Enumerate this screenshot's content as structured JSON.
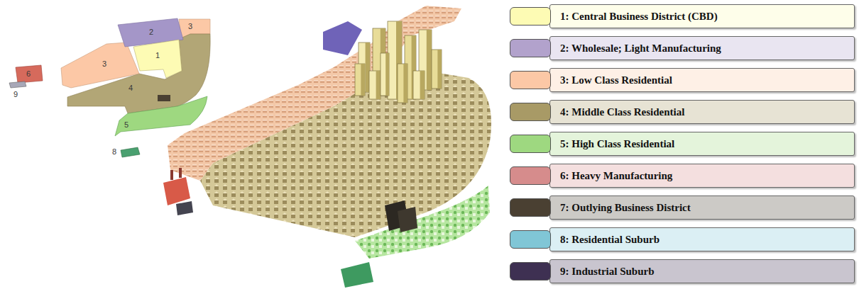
{
  "diagram": {
    "nodes": [
      {
        "text": [
          "2"
        ]
      },
      {
        "text": [
          "3"
        ]
      },
      {
        "text": [
          "3"
        ]
      },
      {
        "text": [
          "1"
        ]
      },
      {
        "text": [
          "6"
        ]
      },
      {
        "text": [
          "9"
        ]
      },
      {
        "text": [
          "4"
        ]
      },
      {
        "text": [
          "5"
        ]
      },
      {
        "text": [
          "8"
        ]
      }
    ],
    "legend": [
      {
        "text": "1: Central Business District (CBD)",
        "color": "#fdfbb4"
      },
      {
        "text": "2: Wholesale; Light Manufacturing",
        "color": "#b2a2cc"
      },
      {
        "text": "3: Low Class Residential",
        "color": "#fcc8a6"
      },
      {
        "text": "4: Middle Class Residential",
        "color": "#a89a66"
      },
      {
        "text": "5: High Class Residential",
        "color": "#9ed880"
      },
      {
        "text": "6: Heavy Manufacturing",
        "color": "#d68c8c"
      },
      {
        "text": "7: Outlying Business District",
        "color": "#4a4032"
      },
      {
        "text": "8: Residential Suburb",
        "color": "#80c6d6"
      },
      {
        "text": "9: Industrial Suburb",
        "color": "#3e3052"
      }
    ]
  }
}
